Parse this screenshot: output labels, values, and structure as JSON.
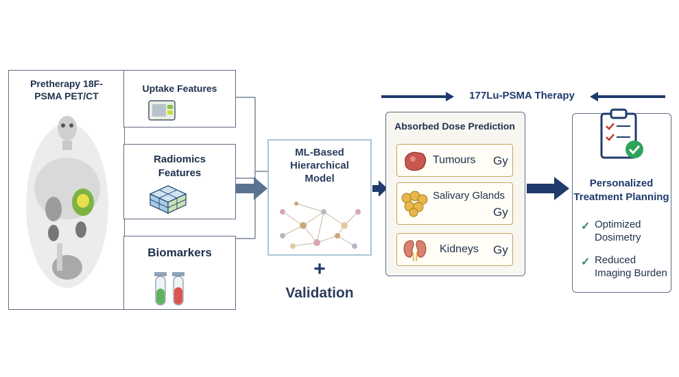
{
  "pet_panel": {
    "title": "Pretherapy 18F-\nPSMA PET/CT"
  },
  "features": {
    "uptake": "Uptake Features",
    "radiomics": "Radiomics\nFeatures",
    "biomarkers": "Biomarkers"
  },
  "model": {
    "title": "ML-Based\nHierarchical\nModel",
    "plus": "+",
    "validation": "Validation"
  },
  "therapy_banner": "177Lu-PSMA Therapy",
  "dose_panel": {
    "title": "Absorbed Dose Prediction",
    "items": [
      {
        "label": "Tumours",
        "unit": "Gy"
      },
      {
        "label": "Salivary Glands",
        "unit": "Gy"
      },
      {
        "label": "Kidneys",
        "unit": "Gy"
      }
    ]
  },
  "planning": {
    "title": "Personalized\nTreatment Planning",
    "benefits": [
      {
        "check": "✓",
        "text": "Optimized\nDosimetry"
      },
      {
        "check": "✓",
        "text": "Reduced\nImaging Burden"
      }
    ]
  },
  "colors": {
    "navy": "#1f3a6b",
    "border": "#5d6b82",
    "gold": "#c9a35d",
    "green": "#2f8a5a",
    "teal": "#2b6a8a"
  }
}
